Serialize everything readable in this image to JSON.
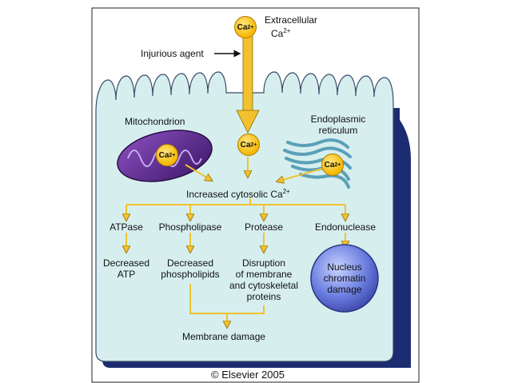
{
  "ion": "Ca",
  "ion_charge": "2+",
  "labels": {
    "extracellular_line1": "Extracellular",
    "extracellular_line2": "Ca",
    "injurious_agent": "Injurious agent",
    "mitochondrion": "Mitochondrion",
    "er_line1": "Endoplasmic",
    "er_line2": "reticulum",
    "increased_cytosolic": "Increased cytosolic Ca",
    "atpase": "ATPase",
    "phospholipase": "Phospholipase",
    "protease": "Protease",
    "endonuclease": "Endonuclease",
    "decreased_atp_1": "Decreased",
    "decreased_atp_2": "ATP",
    "decreased_pl_1": "Decreased",
    "decreased_pl_2": "phospholipids",
    "disruption_1": "Disruption",
    "disruption_2": "of membrane",
    "disruption_3": "and cytoskeletal",
    "disruption_4": "proteins",
    "nucleus_1": "Nucleus",
    "nucleus_2": "chromatin",
    "nucleus_3": "damage",
    "membrane_damage": "Membrane damage",
    "copyright": "© Elsevier 2005"
  },
  "colors": {
    "cytoplasm": "#d6efee",
    "membrane_shadow": "#1a2a6e",
    "arrow": "#f2c12e",
    "ion": "#f5b800",
    "mitochondrion": "#5a2a8a",
    "er": "#6fb3c9",
    "nucleus": "#5a6fd0"
  }
}
